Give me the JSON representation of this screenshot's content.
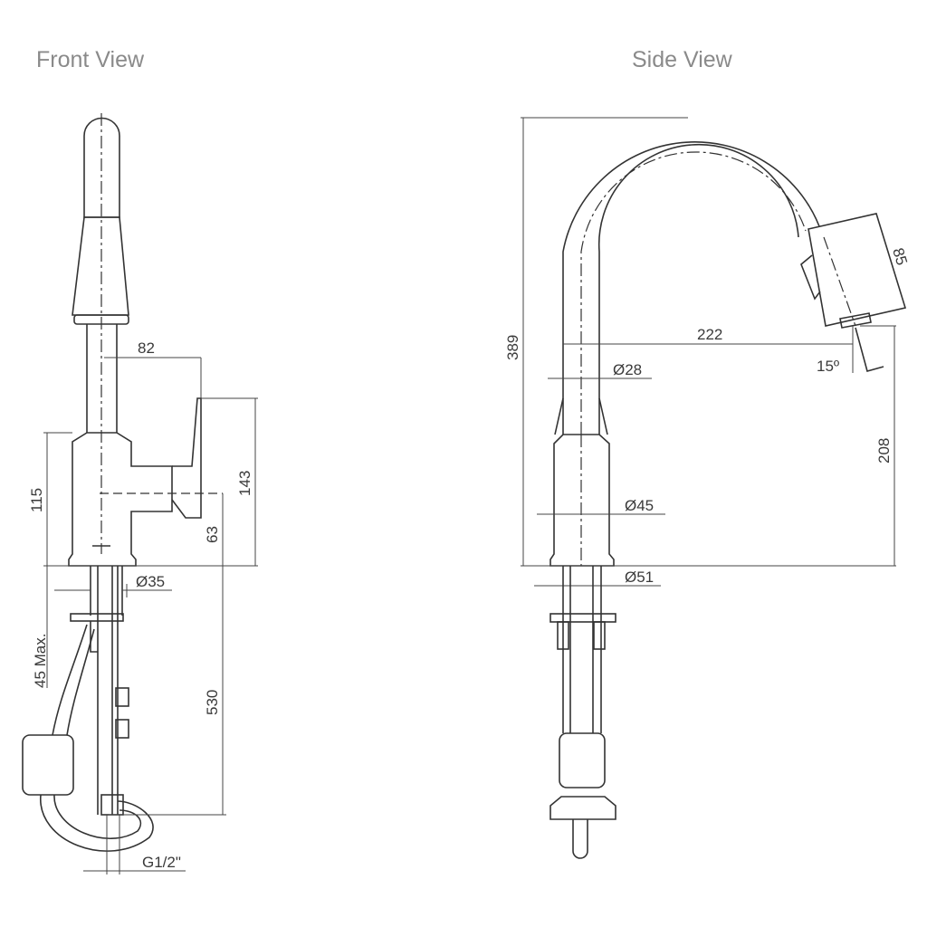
{
  "titles": {
    "front": "Front View",
    "side": "Side View"
  },
  "front_view": {
    "dims": {
      "reach": "82",
      "lever_height": "143",
      "body_height": "115",
      "inlet_height": "63",
      "shank_diameter": "Ø35",
      "max_thickness": "45 Max.",
      "hose_length": "530",
      "thread": "G1/2\""
    }
  },
  "side_view": {
    "dims": {
      "total_height": "389",
      "spout_reach": "222",
      "angle": "15º",
      "spout_height": "208",
      "tube_diameter": "Ø28",
      "body_diameter": "Ø45",
      "base_diameter": "Ø51",
      "head_length": "85"
    }
  }
}
